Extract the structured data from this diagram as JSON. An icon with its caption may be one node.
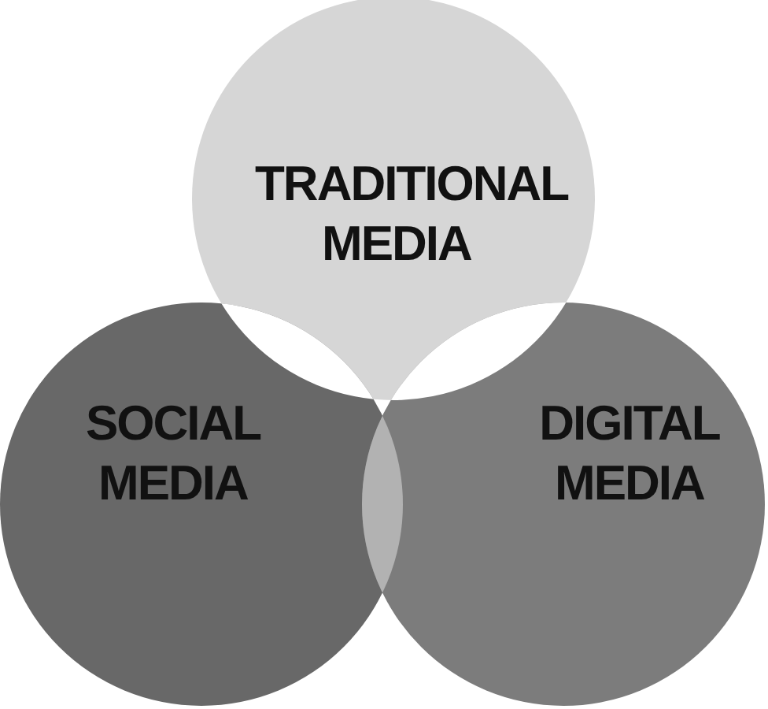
{
  "diagram": {
    "nodes": [
      {
        "text": [
          "TRADITIONAL MEDIA"
        ]
      },
      {
        "text": [
          "SOCIAL MEDIA"
        ]
      },
      {
        "text": [
          "DIGITAL MEDIA"
        ]
      }
    ],
    "edges": []
  }
}
